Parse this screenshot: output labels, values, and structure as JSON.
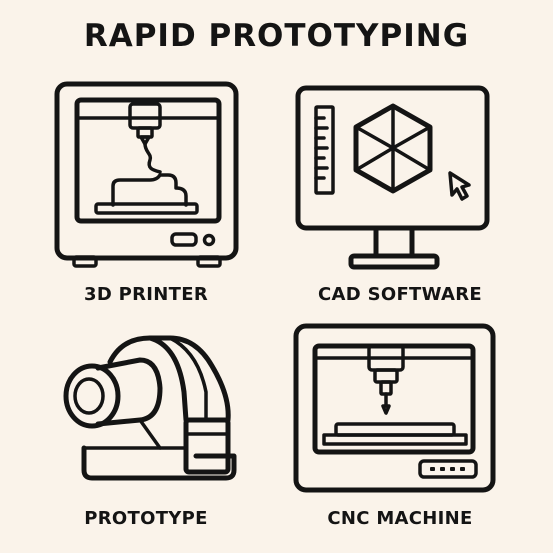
{
  "title": "RAPID PROTOTYPING",
  "items": [
    {
      "label": "3D PRINTER"
    },
    {
      "label": "CAD SOFTWARE"
    },
    {
      "label": "PROTOTYPE"
    },
    {
      "label": "CNC MACHINE"
    }
  ]
}
